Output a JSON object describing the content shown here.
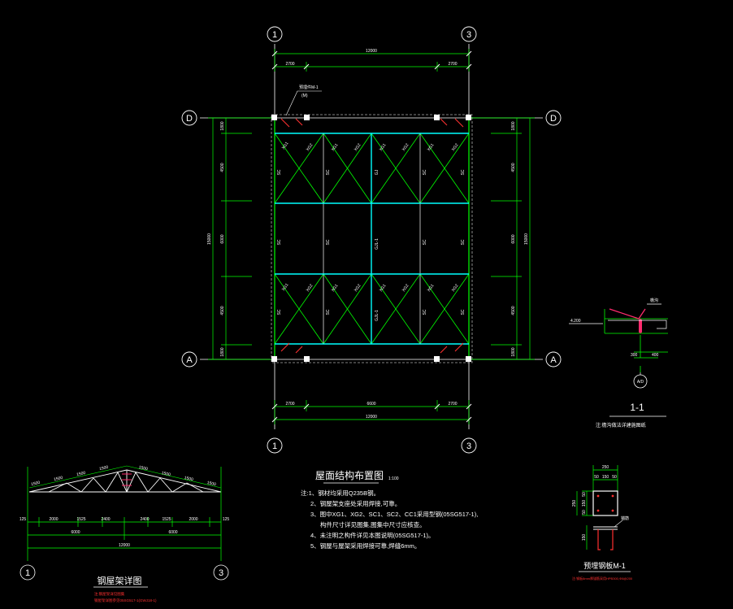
{
  "plan": {
    "title": "屋面结构布置图",
    "scale": "1:100",
    "axes": {
      "left_top": "1",
      "right_top": "3",
      "top_row": "D",
      "bottom_row": "A",
      "left_bottom": "1",
      "right_bottom": "3"
    },
    "dims": {
      "top_total": "12000",
      "top_left": "2700",
      "top_right": "2700",
      "bottom_left": "2700",
      "bottom_mid": "6600",
      "bottom_right": "2700",
      "bottom_total": "12000",
      "left_total": "15000",
      "left_s1": "1800",
      "left_s2": "4500",
      "left_s3": "6000",
      "left_s4": "4500",
      "left_s5": "1800",
      "right_total": "15000",
      "right_s1": "1800",
      "right_s2": "4500",
      "right_s3": "6000",
      "right_s4": "4500",
      "right_s5": "1800"
    },
    "callout": "预埋件M-1",
    "callout_sub": "(M)",
    "members": {
      "gj": "GJ",
      "sc": "SC",
      "xg": "XG1",
      "xg2": "XG2",
      "gl": "GJL-1"
    }
  },
  "section": {
    "label": "1-1",
    "note": "注:檐沟做法详建施图纸",
    "tag": "檐沟",
    "elev": "4.200",
    "axis_circle": "A/D",
    "dim_a": "300",
    "dim_b": "400"
  },
  "truss": {
    "title": "钢屋架详图",
    "sub1": "注:钢屋架详见图集",
    "sub2": "钢屋架详图参见05SG517-1(GWJ18-1)",
    "top_chords": [
      "1500",
      "1500",
      "1500",
      "1500",
      "1500",
      "1500",
      "1500",
      "1500"
    ],
    "bottom_left": [
      "2000",
      "1525",
      "2400"
    ],
    "bottom_right": [
      "2400",
      "1525",
      "2000"
    ],
    "end_left": "125",
    "end_right": "125",
    "half_left": "6000",
    "half_right": "6000",
    "total": "12000",
    "axis_left": "1",
    "axis_right": "3"
  },
  "notes": {
    "items": [
      "注:1、钢材均采用Q235B钢。",
      "2、钢屋架支座处采用焊接,可靠。",
      "3、图中XG1、XG2、SC1、SC2、CC1采用型钢(05SG517-1),",
      "构件尺寸详见图集,图集中尺寸应核查。",
      "4、未注明之构件详见本图说明(05SG517-1)。",
      "5、钢屋与屋架采用焊接可靠,焊缝6mm。"
    ]
  },
  "embed": {
    "title": "预埋钢板M-1",
    "note": "注:钢板8mm厚锚筋采用HPB300,Φ8@200",
    "dims": {
      "top": "250",
      "t1": "50",
      "t2": "150",
      "t3": "50",
      "side": "250",
      "s1": "50",
      "s2": "150",
      "s3": "50",
      "lower": "150"
    },
    "tag": "锚筋"
  }
}
